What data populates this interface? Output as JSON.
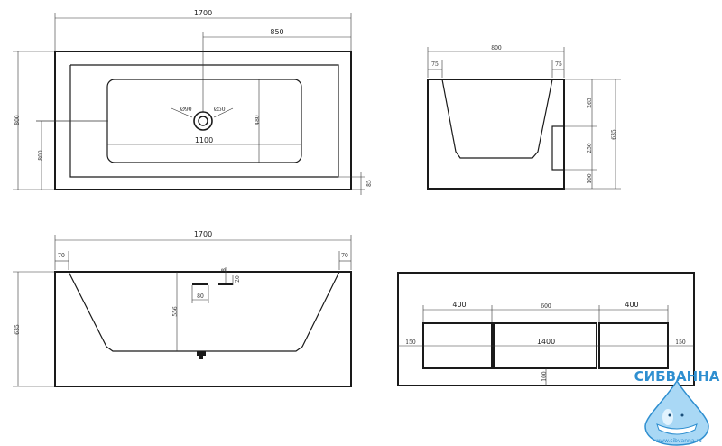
{
  "top_view": {
    "dim_length": "1700",
    "dim_half": "850",
    "dim_width_outer": "800",
    "dim_width_inner": "800",
    "dim_inner_length": "1100",
    "dim_inner_depth": "480",
    "dim_rim": "85",
    "drain_left": "Ø90",
    "drain_right": "Ø50"
  },
  "side_view": {
    "dim_width": "800",
    "dim_left_rim": "75",
    "dim_right_rim": "75",
    "dim_upper": "265",
    "dim_middle": "250",
    "dim_lower": "100",
    "dim_total": "635"
  },
  "front_view": {
    "dim_length": "1700",
    "dim_left_rim": "70",
    "dim_right_rim": "70",
    "dim_height": "635",
    "dim_depth": "556",
    "dim_overflow_w": "80",
    "dim_overflow_h": "8",
    "dim_overflow_d": "20"
  },
  "bottom_view": {
    "dim_left": "400",
    "dim_middle": "600",
    "dim_right": "400",
    "dim_total": "1400",
    "dim_left_margin": "150",
    "dim_right_margin": "150",
    "dim_bottom": "100"
  },
  "logo": {
    "name": "СИБВАННА",
    "url": "www.sibvanna.ru",
    "color": "#2f8fd0"
  }
}
